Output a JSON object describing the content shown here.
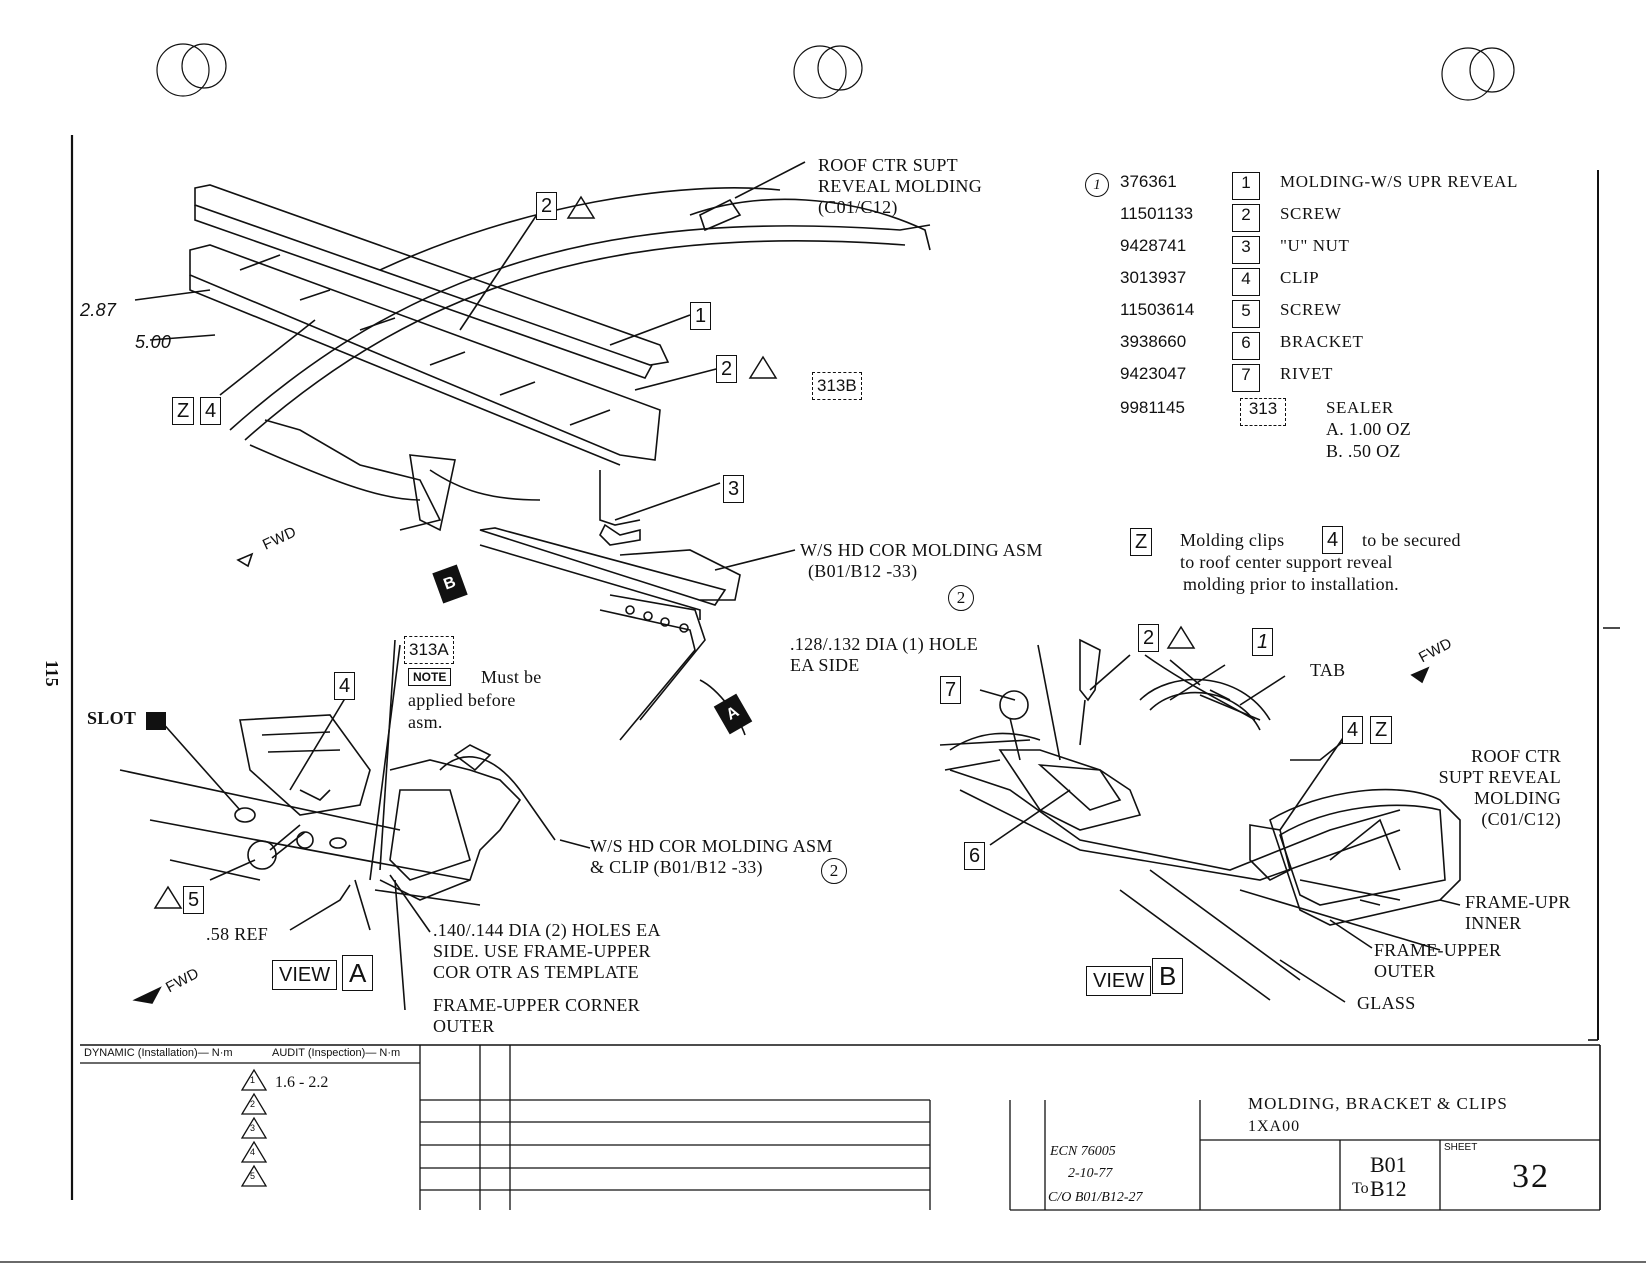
{
  "header_scribble": "",
  "page_number": "115",
  "callouts_top": {
    "roof_ctr": [
      "ROOF CTR SUPT",
      "REVEAL MOLDING",
      "(C01/C12)"
    ],
    "dim_2_87": "2.87",
    "dim_5_00": "5.00",
    "box_z4": [
      "Z",
      "4"
    ],
    "box_2_tri_a": "2",
    "box_1_a": "1",
    "box_2_tri_b": "2",
    "sealer_313b": "313B",
    "box_3": "3",
    "fwd_top": "FWD",
    "wshd_asm": [
      "W/S HD COR MOLDING ASM",
      "(B01/B12 -33)"
    ],
    "circle_2_top": "2",
    "marker_b": "B",
    "marker_a": "A"
  },
  "parts_list": [
    {
      "circle": "1",
      "part": "376361",
      "item": "1",
      "desc": "MOLDING-W/S UPR REVEAL"
    },
    {
      "part": "11501133",
      "item": "2",
      "desc": "SCREW"
    },
    {
      "part": "9428741",
      "item": "3",
      "desc": "\"U\" NUT"
    },
    {
      "part": "3013937",
      "item": "4",
      "desc": "CLIP"
    },
    {
      "part": "11503614",
      "item": "5",
      "desc": "SCREW"
    },
    {
      "part": "3938660",
      "item": "6",
      "desc": "BRACKET"
    },
    {
      "part": "9423047",
      "item": "7",
      "desc": "RIVET"
    },
    {
      "part": "9981145",
      "item": "313",
      "desc": "SEALER"
    }
  ],
  "sealer_amounts": [
    "A.  1.00 OZ",
    "B.  .50 OZ"
  ],
  "note_z": {
    "box": "Z",
    "text_a": "Molding clips",
    "box_4": "4",
    "text_b": "to be secured",
    "line2": "to roof center support reveal",
    "line3": "molding prior to installation."
  },
  "view_a": {
    "sealer_313a": "313A",
    "note_tag": "NOTE",
    "note_text": [
      "Must be",
      "applied before",
      "asm."
    ],
    "box_4": "4",
    "slot": "SLOT",
    "tri_box_5": "5",
    "wshd_asm": [
      "W/S HD COR MOLDING ASM",
      "& CLIP (B01/B12 -33)"
    ],
    "circle_2": "2",
    "ref_58": ".58 REF",
    "holes": [
      ".140/.144 DIA (2) HOLES EA",
      "SIDE. USE FRAME-UPPER",
      "COR OTR AS TEMPLATE"
    ],
    "frame_corner": [
      "FRAME-UPPER CORNER",
      "OUTER"
    ],
    "fwd": "FWD",
    "view_word": "VIEW",
    "view_letter": "A"
  },
  "view_b": {
    "hole": [
      ".128/.132 DIA (1) HOLE",
      "EA SIDE"
    ],
    "box_2": "2",
    "box_1": "1",
    "tab": "TAB",
    "fwd": "FWD",
    "box_7": "7",
    "box_4z": [
      "4",
      "Z"
    ],
    "roof_ctr": [
      "ROOF CTR",
      "SUPT REVEAL",
      "MOLDING",
      "(C01/C12)"
    ],
    "box_6": "6",
    "frame_upr_inner": [
      "FRAME-UPR",
      "INNER"
    ],
    "frame_upper_outer": [
      "FRAME-UPPER",
      "OUTER"
    ],
    "glass": "GLASS",
    "view_word": "VIEW",
    "view_letter": "B"
  },
  "title_block": {
    "dynamic": "DYNAMIC (Installation)— N·m",
    "audit": "AUDIT (Inspection)— N·m",
    "torque": "1.6 - 2.2",
    "torque_marks": [
      "1",
      "2",
      "3",
      "4",
      "5"
    ],
    "title": "MOLDING, BRACKET & CLIPS",
    "model": "1XA00",
    "ecn": "ECN 76005",
    "date": "2-10-77",
    "co": "C/O  B01/B12-27",
    "opt": "B01",
    "opt2": "B12",
    "to": "To",
    "sheet_label": "SHEET",
    "sheet": "32"
  }
}
